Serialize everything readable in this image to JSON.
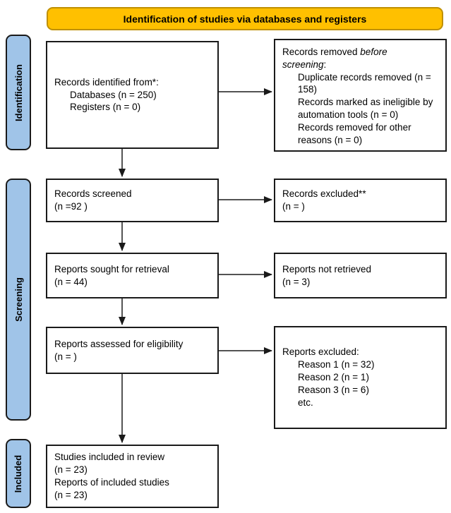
{
  "header": {
    "title": "Identification of studies via databases and registers"
  },
  "colors": {
    "header_fill": "#FFC000",
    "header_border": "#BF9000",
    "stage_fill": "#A0C4E8",
    "box_border": "#1a1a1a"
  },
  "stages": {
    "identification": "Identification",
    "screening": "Screening",
    "included": "Included"
  },
  "boxes": {
    "identified": {
      "line1": "Records identified from*:",
      "items": [
        "Databases (n = 250)",
        "Registers (n = 0)"
      ]
    },
    "removed": {
      "line1_normal": "Records removed ",
      "line1_italic": "before",
      "line2_italic": "screening",
      "line2_normal": ":",
      "items": [
        "Duplicate records removed (n = 158)",
        "Records marked as ineligible by automation tools (n = 0)",
        "Records removed for other reasons (n = 0)"
      ]
    },
    "screened": {
      "line1": "Records screened",
      "line2": "(n =92 )"
    },
    "excluded": {
      "line1": "Records excluded**",
      "line2": "(n = )"
    },
    "sought": {
      "line1": "Reports sought for retrieval",
      "line2": "(n = 44)"
    },
    "not_retrieved": {
      "line1": "Reports not retrieved",
      "line2": "(n = 3)"
    },
    "assessed": {
      "line1": "Reports assessed for eligibility",
      "line2": "(n = )"
    },
    "reports_excluded": {
      "line1": "Reports excluded:",
      "items": [
        "Reason 1 (n = 32)",
        "Reason 2 (n = 1)",
        "Reason 3 (n = 6)",
        "etc."
      ]
    },
    "included_box": {
      "items": [
        "Studies included in review",
        "(n = 23)",
        "Reports of included studies",
        "(n = 23)"
      ]
    }
  }
}
